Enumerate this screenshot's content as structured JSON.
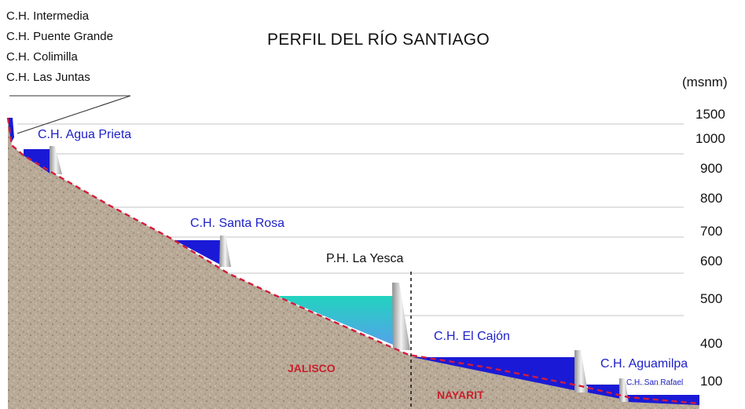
{
  "title": "PERFIL DEL RÍO SANTIAGO",
  "unit_label": "(msnm)",
  "upstream_plants": [
    "C.H. Intermedia",
    "C.H. Puente Grande",
    "C.H. Colimilla",
    "C.H. Las Juntas"
  ],
  "plants": {
    "agua_prieta": "C.H. Agua Prieta",
    "santa_rosa": "C.H. Santa Rosa",
    "la_yesca": "P.H. La Yesca",
    "el_cajon": "C.H. El Cajón",
    "aguamilpa": "C.H. Aguamilpa",
    "san_rafael": "C.H. San Rafael"
  },
  "states": {
    "jalisco": "JALISCO",
    "nayarit": "NAYARIT"
  },
  "elevation_ticks": [
    "1500",
    "1000",
    "900",
    "800",
    "700",
    "600",
    "500",
    "400",
    "100"
  ],
  "colors": {
    "reservoir": "#1a1ad6",
    "reservoir_yesca_top": "#22d0c0",
    "reservoir_yesca_bottom": "#4fa0e8",
    "terrain": "#b8a996",
    "profile_line": "#d21c3c",
    "plant_label": "#1f22c8",
    "state_label": "#c8202c"
  }
}
